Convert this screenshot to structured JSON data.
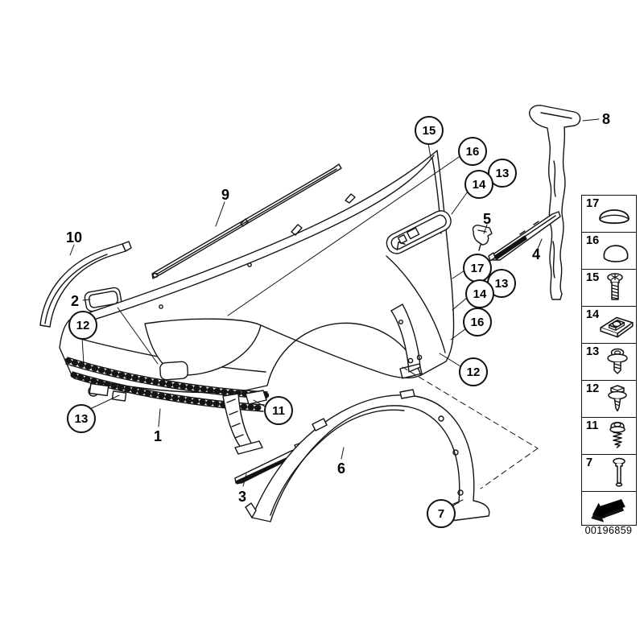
{
  "page": {
    "background": "#ffffff",
    "line_color": "#141414",
    "document_code": "00196859",
    "description": "Exploded parts diagram, front side panel (fender) with trim, seals and fasteners"
  },
  "callouts": {
    "circled": [
      {
        "label": "15"
      },
      {
        "label": "16"
      },
      {
        "label": "13"
      },
      {
        "label": "14"
      },
      {
        "label": "17"
      },
      {
        "label": "13"
      },
      {
        "label": "14"
      },
      {
        "label": "16"
      },
      {
        "label": "12"
      },
      {
        "label": "12"
      },
      {
        "label": "13"
      },
      {
        "label": "11"
      },
      {
        "label": "7"
      }
    ],
    "plain": [
      {
        "label": "8"
      },
      {
        "label": "9"
      },
      {
        "label": "10"
      },
      {
        "label": "2"
      },
      {
        "label": "1"
      },
      {
        "label": "3"
      },
      {
        "label": "6"
      },
      {
        "label": "5"
      },
      {
        "label": "4"
      }
    ]
  },
  "sidebar": {
    "rows": [
      {
        "label": "17",
        "icon": "dome-plug-icon"
      },
      {
        "label": "16",
        "icon": "dome-cap-icon"
      },
      {
        "label": "15",
        "icon": "pan-head-screw-icon"
      },
      {
        "label": "14",
        "icon": "cage-nut-icon"
      },
      {
        "label": "13",
        "icon": "washer-screw-icon"
      },
      {
        "label": "12",
        "icon": "hex-washer-screw-icon"
      },
      {
        "label": "11",
        "icon": "round-head-screw-icon"
      },
      {
        "label": "7",
        "icon": "expansion-rivet-icon"
      },
      {
        "label": "",
        "icon": "direction-arrow-icon"
      }
    ],
    "footer_code": "00196859"
  }
}
